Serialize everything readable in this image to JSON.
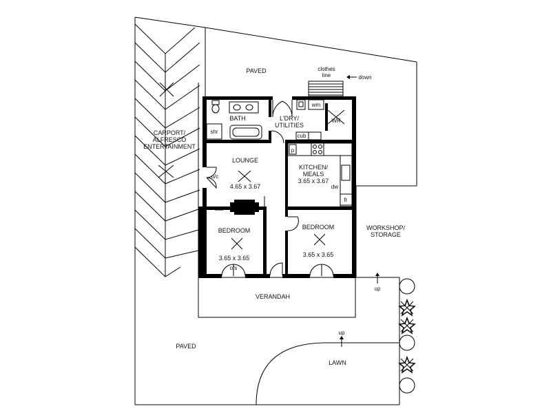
{
  "labels": {
    "paved_top": "PAVED",
    "clothes_line": "clothes",
    "clothes_line_2": "line",
    "down": "down",
    "bath": "BATH",
    "shr": "shr",
    "laundry": "L'DRY/",
    "laundry_2": "UTILITIES",
    "wm": "wm",
    "wr": "WR",
    "cub_laundry": "cub",
    "carport": "CARPORT/",
    "carport_2": "ALFRESCO",
    "carport_3": "ENTERTAINMENT",
    "lounge": "LOUNGE",
    "lounge_dim": "4.65 x 3.67",
    "oc": "o/c",
    "p": "p",
    "kitchen": "KITCHEN/",
    "kitchen_2": "MEALS",
    "kitchen_dim": "3.65 x 3.67",
    "dw": "dw",
    "fr": "fr",
    "cub_lounge": "cub",
    "bedroom1": "BEDROOM",
    "bedroom1_dim": "3.65 x 3.65",
    "os": "o/s",
    "bedroom2": "BEDROOM",
    "bedroom2_dim": "3.65 x 3.65",
    "workshop": "WORKSHOP/",
    "workshop_2": "STORAGE",
    "up_right": "up",
    "verandah": "VERANDAH",
    "paved_bottom": "PAVED",
    "up_lawn": "up",
    "lawn": "LAWN"
  },
  "colors": {
    "line": "#000000",
    "background": "#ffffff"
  }
}
